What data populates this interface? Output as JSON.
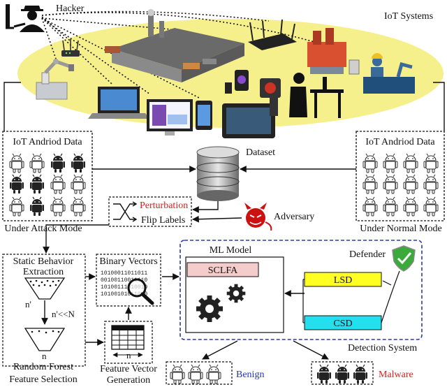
{
  "labels": {
    "hacker": "Hacker",
    "iot_systems": "IoT Systems",
    "dataset": "Dataset",
    "perturbation": "Perturbation",
    "flip_labels": "Flip Labels",
    "adversary": "Adversary",
    "attack_box_title": "IoT Andriod Data",
    "attack_box_caption": "Under Attack Mode",
    "normal_box_title": "IoT Andriod Data",
    "normal_box_caption": "Under Normal Mode",
    "static_behavior_1": "Static Behavior",
    "static_behavior_2": "Extraction",
    "n_prime": "n'",
    "n_condition": "n'<<N",
    "n": "n",
    "random_forest": "Random Forest",
    "feature_selection": "Feature Selection",
    "binary_vectors": "Binary Vectors",
    "binary_rows": [
      "10100011011011",
      "00100110011110",
      "10100111010010",
      "10100101011010"
    ],
    "feature_vector_1": "Feature Vector",
    "feature_vector_2": "Generation",
    "ml_model": "ML Model",
    "sclfa": "SCLFA",
    "defender": "Defender",
    "lsd": "LSD",
    "csd": "CSD",
    "detection_system": "Detection System",
    "benign": "Benign",
    "malware": "Malware"
  },
  "colors": {
    "ellipse_fill": "#f6f08c",
    "perturbation_text": "#d62020",
    "benign_text": "#2233bb",
    "malware_text": "#d62020",
    "detection_border": "#2a3aa8",
    "sclfa_fill": "#f4cccc",
    "lsd_fill": "#ffff22",
    "csd_fill": "#22e0ee",
    "android_green": "#3a3a3a",
    "shield_green": "#3aaa3a",
    "adversary_red": "#cc1111"
  },
  "icons": [
    "hacker-icon",
    "router-icon",
    "factory-icon",
    "robot-arm-icon",
    "laptop-icon",
    "desktop-icon",
    "phone-icon",
    "tablet-icon",
    "camera-icon",
    "worker-icon",
    "database-icon",
    "devil-icon",
    "shield-check-icon",
    "gears-icon",
    "magnifier-icon",
    "table-icon",
    "funnel-icon",
    "android-icon"
  ]
}
